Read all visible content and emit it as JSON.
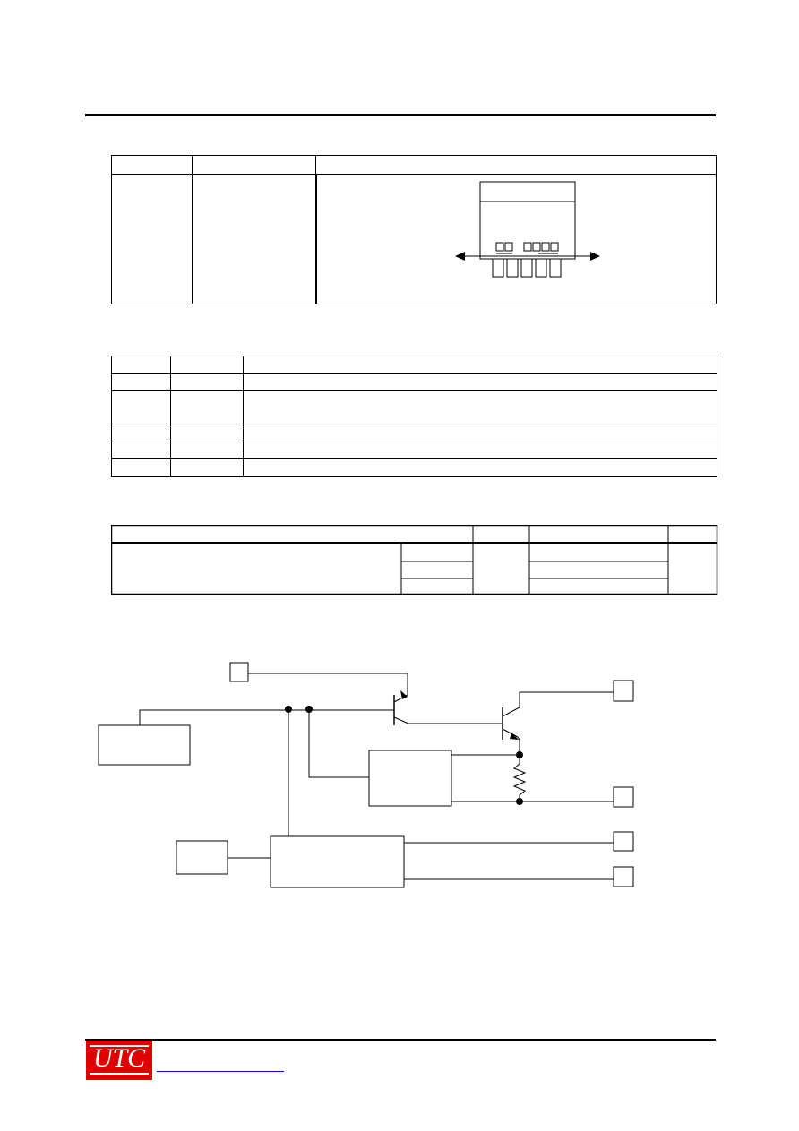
{
  "header": {
    "title": ""
  },
  "footer": {
    "logo_text": "UTC",
    "website": "",
    "line_color": "#000000",
    "logo_color": "#e00000"
  },
  "tables": {
    "pin_config": {
      "rows": 2,
      "cols": 3
    },
    "pin_description": {
      "rows": 6,
      "cols": 3
    },
    "ordering": {
      "rows": 4
    }
  },
  "block_diagram": {
    "terminal_count": 5
  }
}
